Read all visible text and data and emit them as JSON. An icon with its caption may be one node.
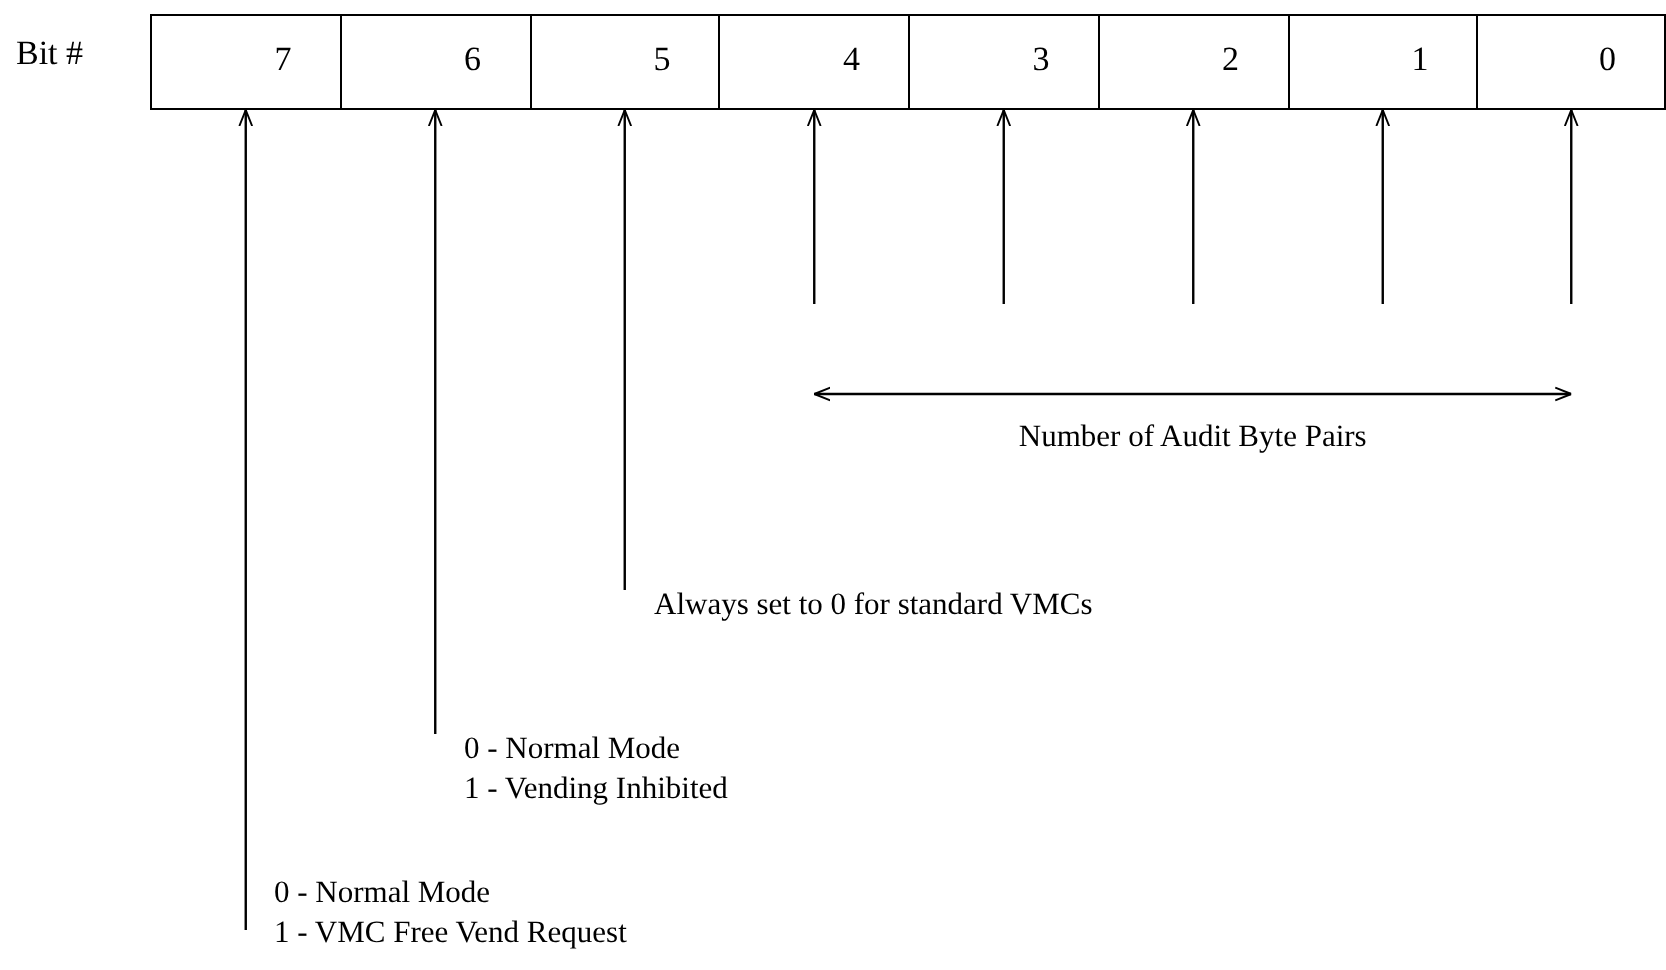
{
  "diagram": {
    "nodes": [
      {
        "text": [
          "7"
        ]
      },
      {
        "text": [
          "6"
        ]
      },
      {
        "text": [
          "5"
        ]
      },
      {
        "text": [
          "4"
        ]
      },
      {
        "text": [
          "3"
        ]
      },
      {
        "text": [
          "2"
        ]
      },
      {
        "text": [
          "1"
        ]
      },
      {
        "text": [
          "0"
        ]
      },
      {
        "text": [
          "Always set to 0 for standard VMCs"
        ]
      },
      {
        "text": [
          "0 - Normal Mode",
          "1 - Vending Inhibited"
        ]
      },
      {
        "text": [
          "0 - Normal Mode",
          "1 - VMC Free Vend Request"
        ]
      }
    ],
    "edges": [
      {
        "from": 10,
        "to": 0,
        "arrow": "to"
      },
      {
        "from": 9,
        "to": 1,
        "arrow": "to"
      },
      {
        "from": 8,
        "to": 2,
        "arrow": "to"
      },
      {
        "from": null,
        "to": 3,
        "arrow": "to"
      },
      {
        "from": null,
        "to": 4,
        "arrow": "to"
      },
      {
        "from": null,
        "to": 5,
        "arrow": "to"
      },
      {
        "from": null,
        "to": 6,
        "arrow": "to"
      },
      {
        "from": null,
        "to": 7,
        "arrow": "to"
      }
    ],
    "labels": [
      "Bit #",
      "Number of Audit Byte Pairs"
    ]
  }
}
